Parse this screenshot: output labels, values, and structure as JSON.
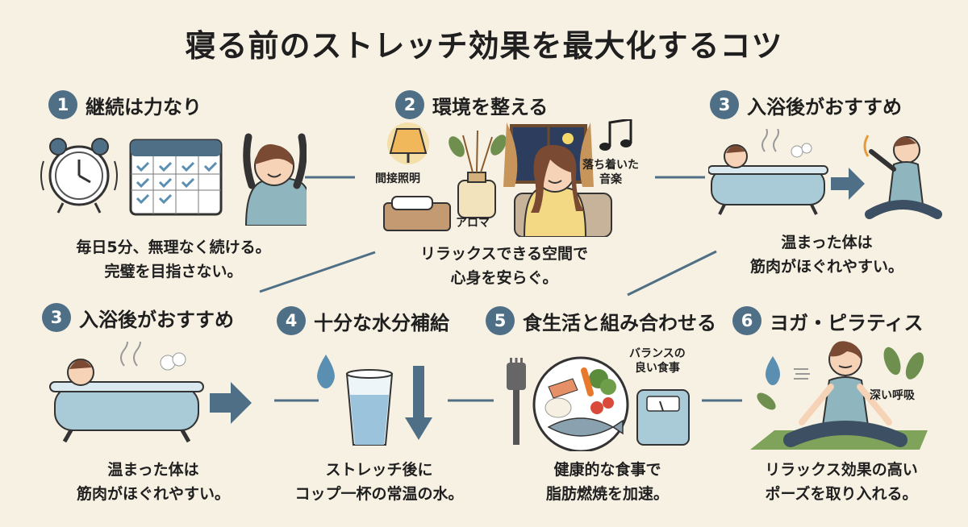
{
  "title": "寝る前のストレッチ効果を最大化するコツ",
  "steps": [
    {
      "number": "1",
      "heading": "継続は力なり",
      "caption": [
        "毎日5分、無理なく続ける。",
        "完璧を目指さない。"
      ]
    },
    {
      "number": "2",
      "heading": "環境を整える",
      "caption": [
        "リラックスできる空間で",
        "心身を安らぐ。"
      ],
      "labels": {
        "light": "間接照明",
        "aroma": "アロマ",
        "music": [
          "落ち着いた",
          "音楽"
        ]
      }
    },
    {
      "number": "3",
      "heading": "入浴後がおすすめ",
      "caption": [
        "温まった体は",
        "筋肉がほぐれやすい。"
      ]
    },
    {
      "number": "3",
      "heading": "入浴後がおすすめ",
      "caption": [
        "温まった体は",
        "筋肉がほぐれやすい。"
      ]
    },
    {
      "number": "4",
      "heading": "十分な水分補給",
      "caption": [
        "ストレッチ後に",
        "コップ一杯の常温の水。"
      ]
    },
    {
      "number": "5",
      "heading": "食生活と組み合わせる",
      "caption": [
        "健康的な食事で",
        "脂肪燃焼を加速。"
      ],
      "labels": {
        "meal": [
          "バランスの",
          "良い食事"
        ]
      }
    },
    {
      "number": "6",
      "heading": "ヨガ・ピラティス",
      "caption": [
        "リラックス効果の高い",
        "ポーズを取り入れる。"
      ],
      "labels": {
        "breath": "深い呼吸"
      }
    }
  ],
  "colors": {
    "background": "#f7f1e3",
    "accent": "#4f6f86",
    "water": "#9cc3dc",
    "green": "#6f8f4e"
  }
}
